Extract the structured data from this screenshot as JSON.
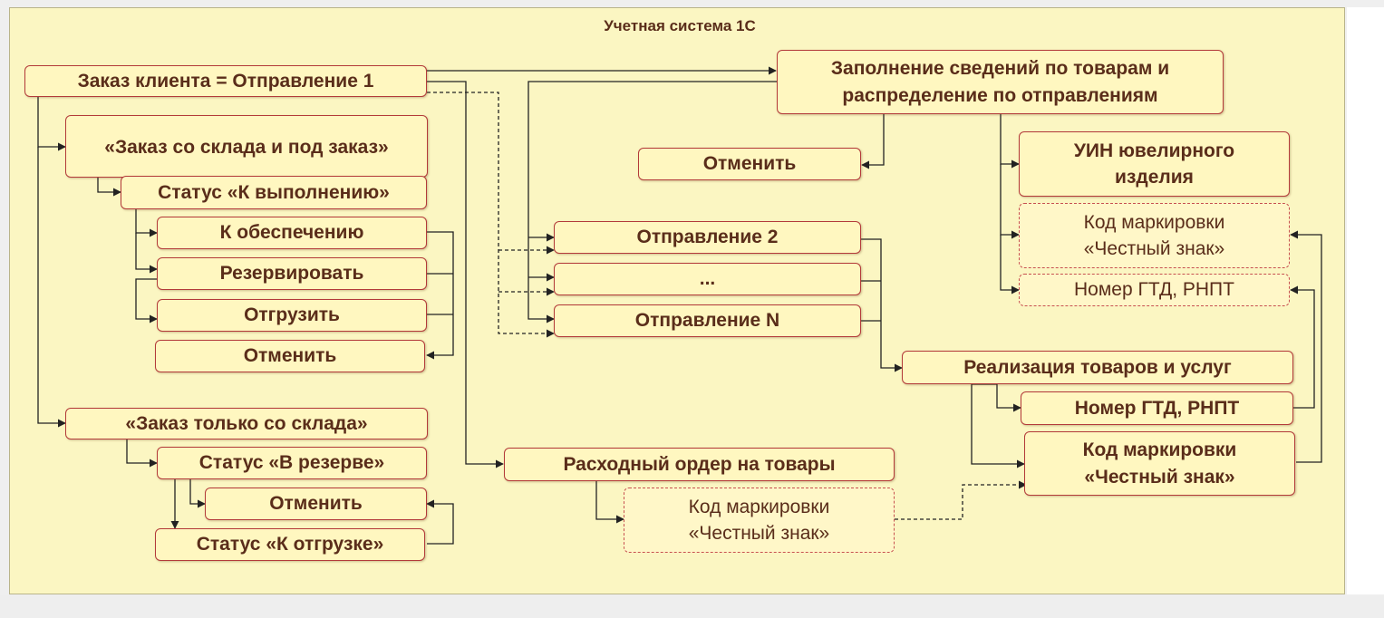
{
  "title": "Учетная система 1С",
  "boxes": {
    "order": "Заказ клиента = Отправление 1",
    "stock_and_order": "«Заказ со склада и под заказ»",
    "status_execute": "Статус  «К выполнению»",
    "to_provide": "К обеспечению",
    "reserve": "Резервировать",
    "ship": "Отгрузить",
    "cancel_left1": "Отменить",
    "stock_only": "«Заказ только со склада»",
    "status_reserved": "Статус  «В резерве»",
    "cancel_left2": "Отменить",
    "status_ship": "Статус  «К отгрузке»",
    "fill_info": "Заполнение сведений по товарам и\nраспределение по отправлениям",
    "cancel_mid": "Отменить",
    "shipment2": "Отправление 2",
    "ellipsis": "...",
    "shipmentN": "Отправление N",
    "expense_order": "Расходный ордер на товары",
    "mark_code_bottom": "Код маркировки\n«Честный знак»",
    "uin": "УИН ювелирного\nизделия",
    "mark_code_right": "Код маркировки\n«Честный знак»",
    "gtd_right": "Номер  ГТД,  РНПТ",
    "sales": "Реализация товаров и услуг",
    "gtd_sales": "Номер ГТД, РНПТ",
    "mark_code_sales": "Код маркировки\n«Честный знак»"
  }
}
